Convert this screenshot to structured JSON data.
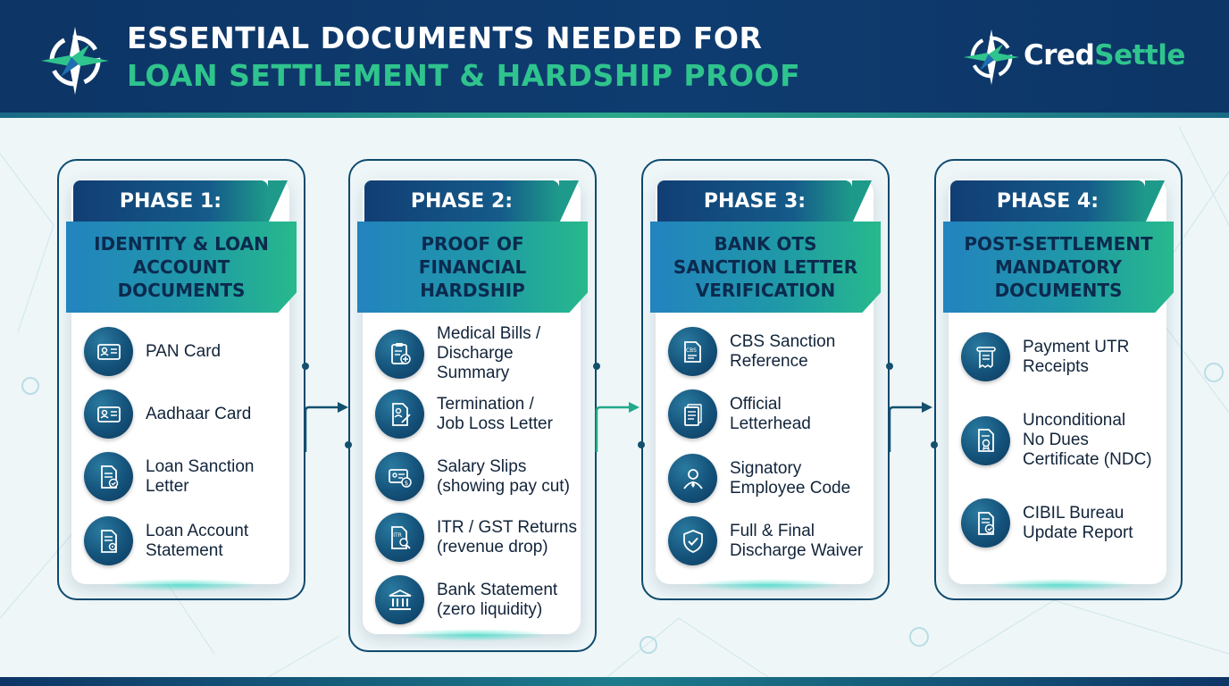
{
  "header": {
    "title_line1": "ESSENTIAL DOCUMENTS NEEDED FOR",
    "title_line2": "LOAN SETTLEMENT & HARDSHIP PROOF",
    "brand_part1": "Cred",
    "brand_part2": "Settle"
  },
  "colors": {
    "navy": "#0d3566",
    "accent_green": "#2fc48d",
    "teal": "#1f98a8",
    "icon_blue": "#14527a"
  },
  "phases": [
    {
      "label": "PHASE 1:",
      "title": "IDENTITY & LOAN ACCOUNT DOCUMENTS",
      "items": [
        {
          "icon": "id-card-icon",
          "text": "PAN Card"
        },
        {
          "icon": "id-card-icon",
          "text": "Aadhaar Card"
        },
        {
          "icon": "approved-document-icon",
          "text": "Loan Sanction\nLetter"
        },
        {
          "icon": "document-gear-icon",
          "text": "Loan Account\nStatement"
        }
      ]
    },
    {
      "label": "PHASE 2:",
      "title": "PROOF OF FINANCIAL HARDSHIP",
      "items": [
        {
          "icon": "medical-clipboard-icon",
          "text": "Medical Bills /\nDischarge\nSummary"
        },
        {
          "icon": "termination-letter-icon",
          "text": "Termination /\nJob Loss Letter"
        },
        {
          "icon": "salary-slip-icon",
          "text": "Salary Slips\n(showing pay cut)"
        },
        {
          "icon": "tax-return-icon",
          "text": "ITR / GST Returns\n(revenue drop)"
        },
        {
          "icon": "bank-icon",
          "text": "Bank Statement\n(zero liquidity)"
        }
      ]
    },
    {
      "label": "PHASE 3:",
      "title": "BANK OTS SANCTION LETTER VERIFICATION",
      "items": [
        {
          "icon": "cbs-reference-icon",
          "text": "CBS Sanction\nReference"
        },
        {
          "icon": "letterhead-icon",
          "text": "Official\nLetterhead"
        },
        {
          "icon": "employee-icon",
          "text": "Signatory\nEmployee Code"
        },
        {
          "icon": "shield-check-icon",
          "text": "Full & Final\nDischarge Waiver"
        }
      ]
    },
    {
      "label": "PHASE 4:",
      "title": "POST-SETTLEMENT MANDATORY DOCUMENTS",
      "items": [
        {
          "icon": "receipt-icon",
          "text": "Payment UTR\nReceipts"
        },
        {
          "icon": "certificate-icon",
          "text": "Unconditional\nNo Dues\nCertificate (NDC)"
        },
        {
          "icon": "report-check-icon",
          "text": "CIBIL Bureau\nUpdate Report"
        }
      ]
    }
  ]
}
